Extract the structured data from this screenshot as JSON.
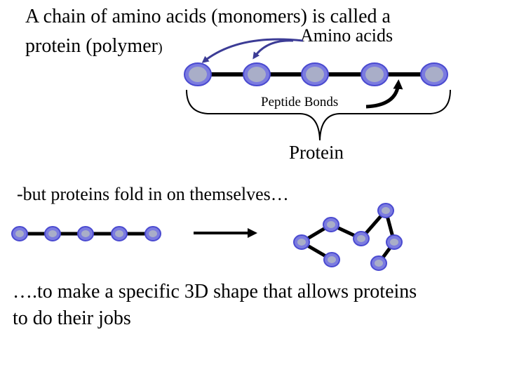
{
  "heading": {
    "line1": "A chain of amino acids (monomers) is called a",
    "line2_text": "protein (polymer",
    "line2_paren": ")"
  },
  "labels": {
    "amino_acids": "Amino acids",
    "peptide_bonds": "Peptide Bonds",
    "protein": "Protein"
  },
  "fold_text": "-but proteins fold in on themselves…",
  "conclusion": {
    "line1": "….to make a specific 3D shape that allows proteins",
    "line2": "to do their jobs"
  },
  "colors": {
    "bead_fill": "#7b7be0",
    "bead_core": "#a9aec8",
    "bead_stroke": "#4a4ad0",
    "arrow_curve": "#3c3c96",
    "bond": "#000000"
  }
}
